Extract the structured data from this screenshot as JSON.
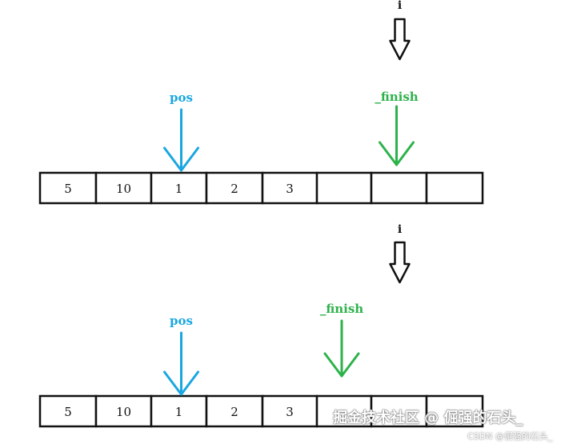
{
  "panels": [
    {
      "cells": [
        "5",
        "10",
        "1",
        "2",
        "3",
        "",
        "",
        ""
      ],
      "pos_label": "pos",
      "pos_index": 2,
      "finish_label": "_finish",
      "finish_index": 6,
      "i_label": "i",
      "i_index": 6
    },
    {
      "cells": [
        "5",
        "10",
        "1",
        "2",
        "3",
        "",
        "",
        ""
      ],
      "pos_label": "pos",
      "pos_index": 2,
      "finish_label": "_finish",
      "finish_index": 5,
      "i_label": "i",
      "i_index": 6
    }
  ],
  "colors": {
    "pos": "#1aa7e0",
    "finish": "#2db24a",
    "i_arrow": "#111111",
    "cell_border": "#111111"
  },
  "watermark": {
    "main": "掘金技术社区 @ 倔强的石头_",
    "sub": "CSDN @倔强的石头_"
  }
}
